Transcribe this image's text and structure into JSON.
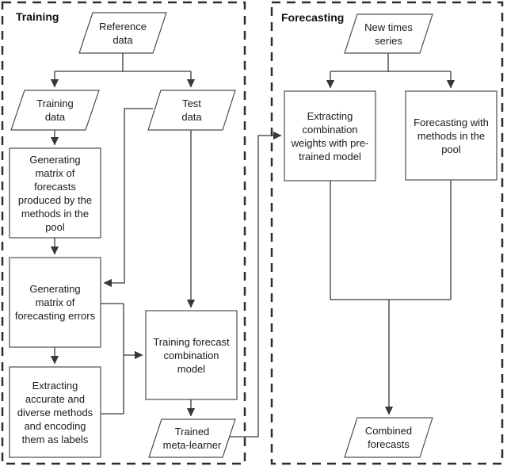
{
  "diagram": {
    "type": "flowchart",
    "colors": {
      "background": "#ffffff",
      "node_fill": "#ffffff",
      "node_border": "#4d4d4d",
      "dashed_border": "#2e2e2e",
      "connector": "#383838",
      "text": "#1a1a1a"
    },
    "training": {
      "title": "Training",
      "nodes": {
        "reference_data": {
          "shape": "parallelogram",
          "label": "Reference\ndata"
        },
        "training_data": {
          "shape": "parallelogram",
          "label": "Training\ndata"
        },
        "test_data": {
          "shape": "parallelogram",
          "label": "Test\ndata"
        },
        "gen_forecasts": {
          "shape": "rectangle",
          "label": "Generating\nmatrix of\nforecasts\nproduced by the\nmethods in the\npool"
        },
        "gen_errors": {
          "shape": "rectangle",
          "label": "Generating\nmatrix of\nforecasting errors"
        },
        "extract_labels": {
          "shape": "rectangle",
          "label": "Extracting\naccurate and\ndiverse methods\nand encoding\nthem as labels"
        },
        "training_model": {
          "shape": "rectangle",
          "label": "Training forecast\ncombination\nmodel"
        },
        "trained_meta_learner": {
          "shape": "parallelogram",
          "label": "Trained\nmeta-learner"
        }
      }
    },
    "forecasting": {
      "title": "Forecasting",
      "nodes": {
        "new_time_series": {
          "shape": "parallelogram",
          "label": "New times\nseries"
        },
        "extract_weights": {
          "shape": "rectangle",
          "label": "Extracting\ncombination\nweights with pre-\ntrained model"
        },
        "forecast_with_pool": {
          "shape": "rectangle",
          "label": "Forecasting with\nmethods in the\npool"
        },
        "combined_forecasts": {
          "shape": "parallelogram",
          "label": "Combined\nforecasts"
        }
      }
    }
  }
}
